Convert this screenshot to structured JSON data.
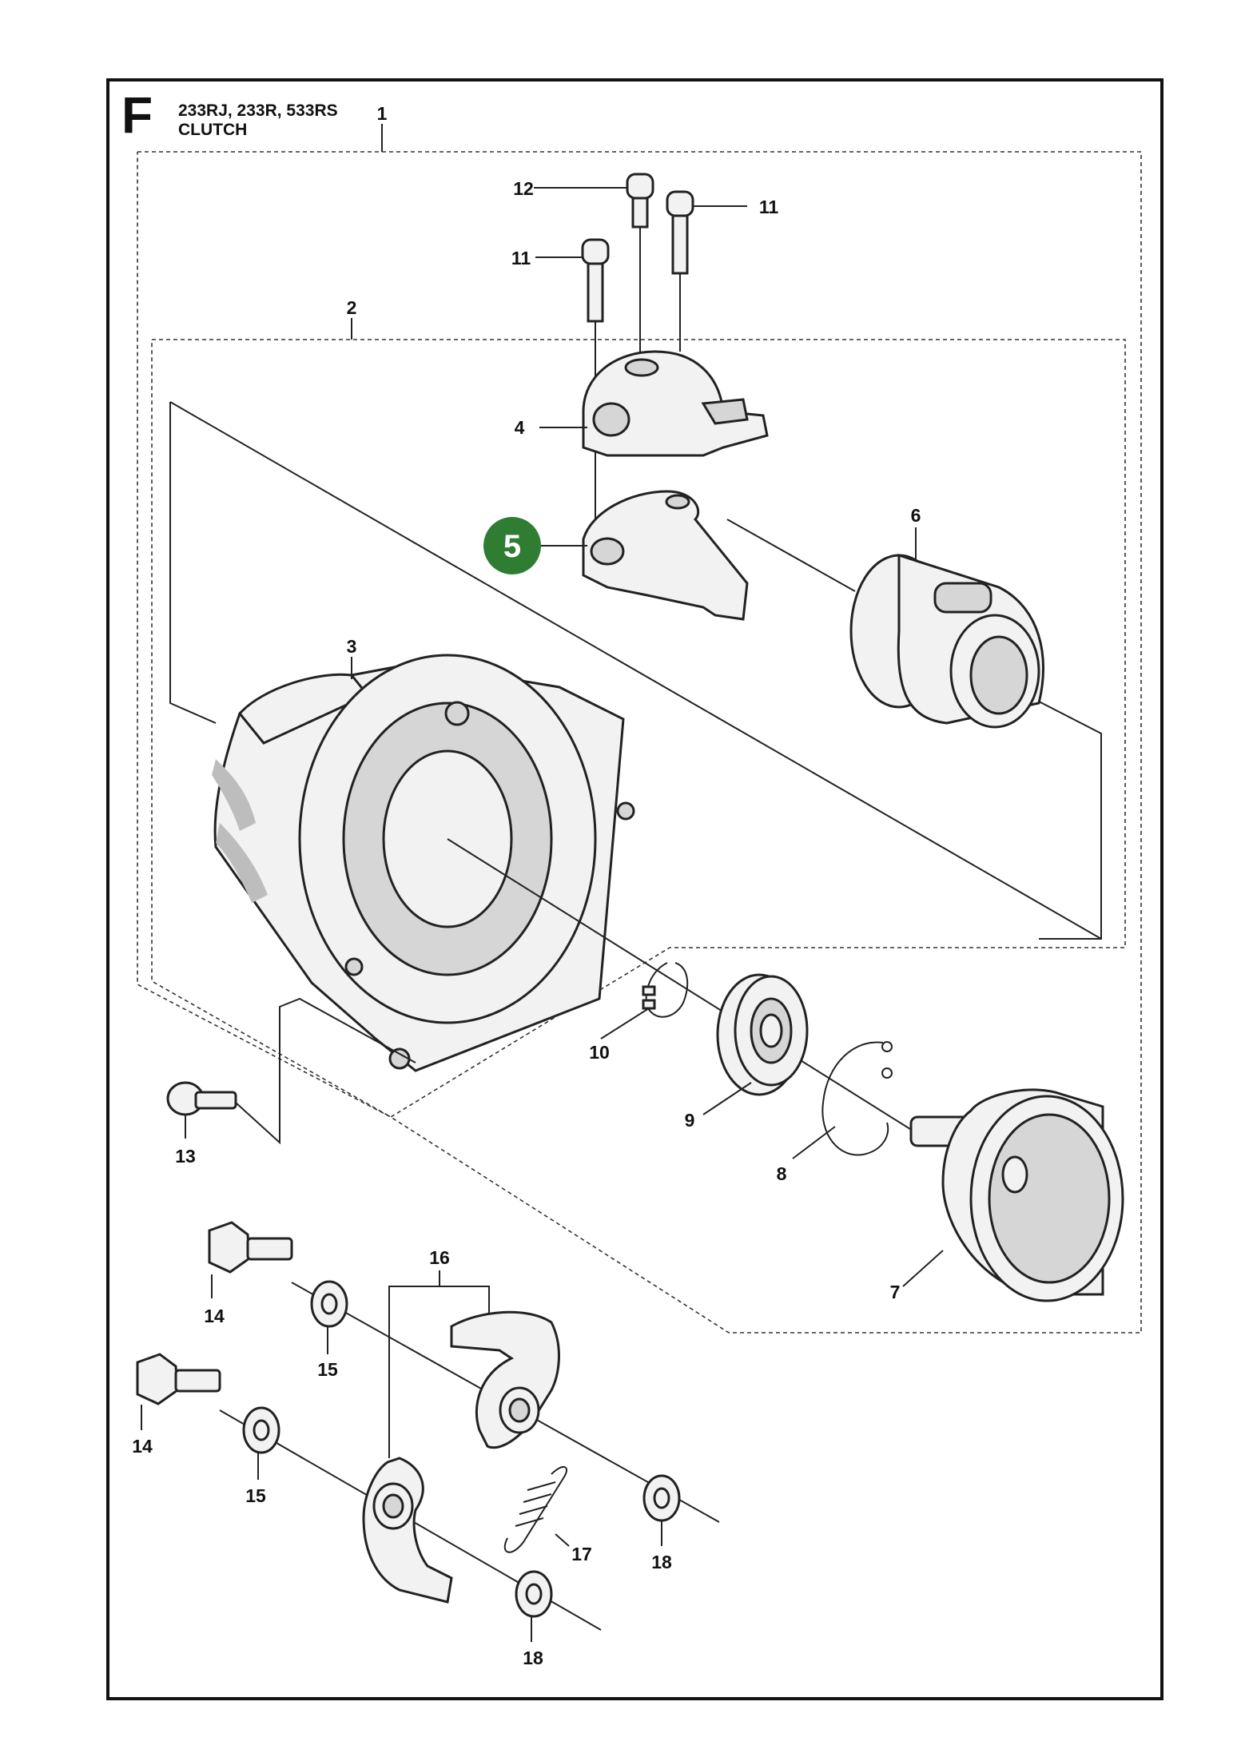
{
  "header": {
    "section_letter": "F",
    "models": "233RJ, 233R, 533RS",
    "title": "CLUTCH"
  },
  "callouts": [
    {
      "id": "c1",
      "text": "1"
    },
    {
      "id": "c2",
      "text": "2"
    },
    {
      "id": "c3",
      "text": "3"
    },
    {
      "id": "c4",
      "text": "4"
    },
    {
      "id": "c5",
      "text": "5"
    },
    {
      "id": "c6",
      "text": "6"
    },
    {
      "id": "c7",
      "text": "7"
    },
    {
      "id": "c8",
      "text": "8"
    },
    {
      "id": "c9",
      "text": "9"
    },
    {
      "id": "c10",
      "text": "10"
    },
    {
      "id": "c11a",
      "text": "11"
    },
    {
      "id": "c11b",
      "text": "11"
    },
    {
      "id": "c12",
      "text": "12"
    },
    {
      "id": "c13",
      "text": "13"
    },
    {
      "id": "c14a",
      "text": "14"
    },
    {
      "id": "c14b",
      "text": "14"
    },
    {
      "id": "c15a",
      "text": "15"
    },
    {
      "id": "c15b",
      "text": "15"
    },
    {
      "id": "c16",
      "text": "16"
    },
    {
      "id": "c17",
      "text": "17"
    },
    {
      "id": "c18a",
      "text": "18"
    },
    {
      "id": "c18b",
      "text": "18"
    }
  ],
  "highlight": {
    "text": "5",
    "color": "#2e7d32"
  },
  "colors": {
    "line": "#222222",
    "part_fill": "#f2f2f2",
    "frame": "#111111"
  }
}
